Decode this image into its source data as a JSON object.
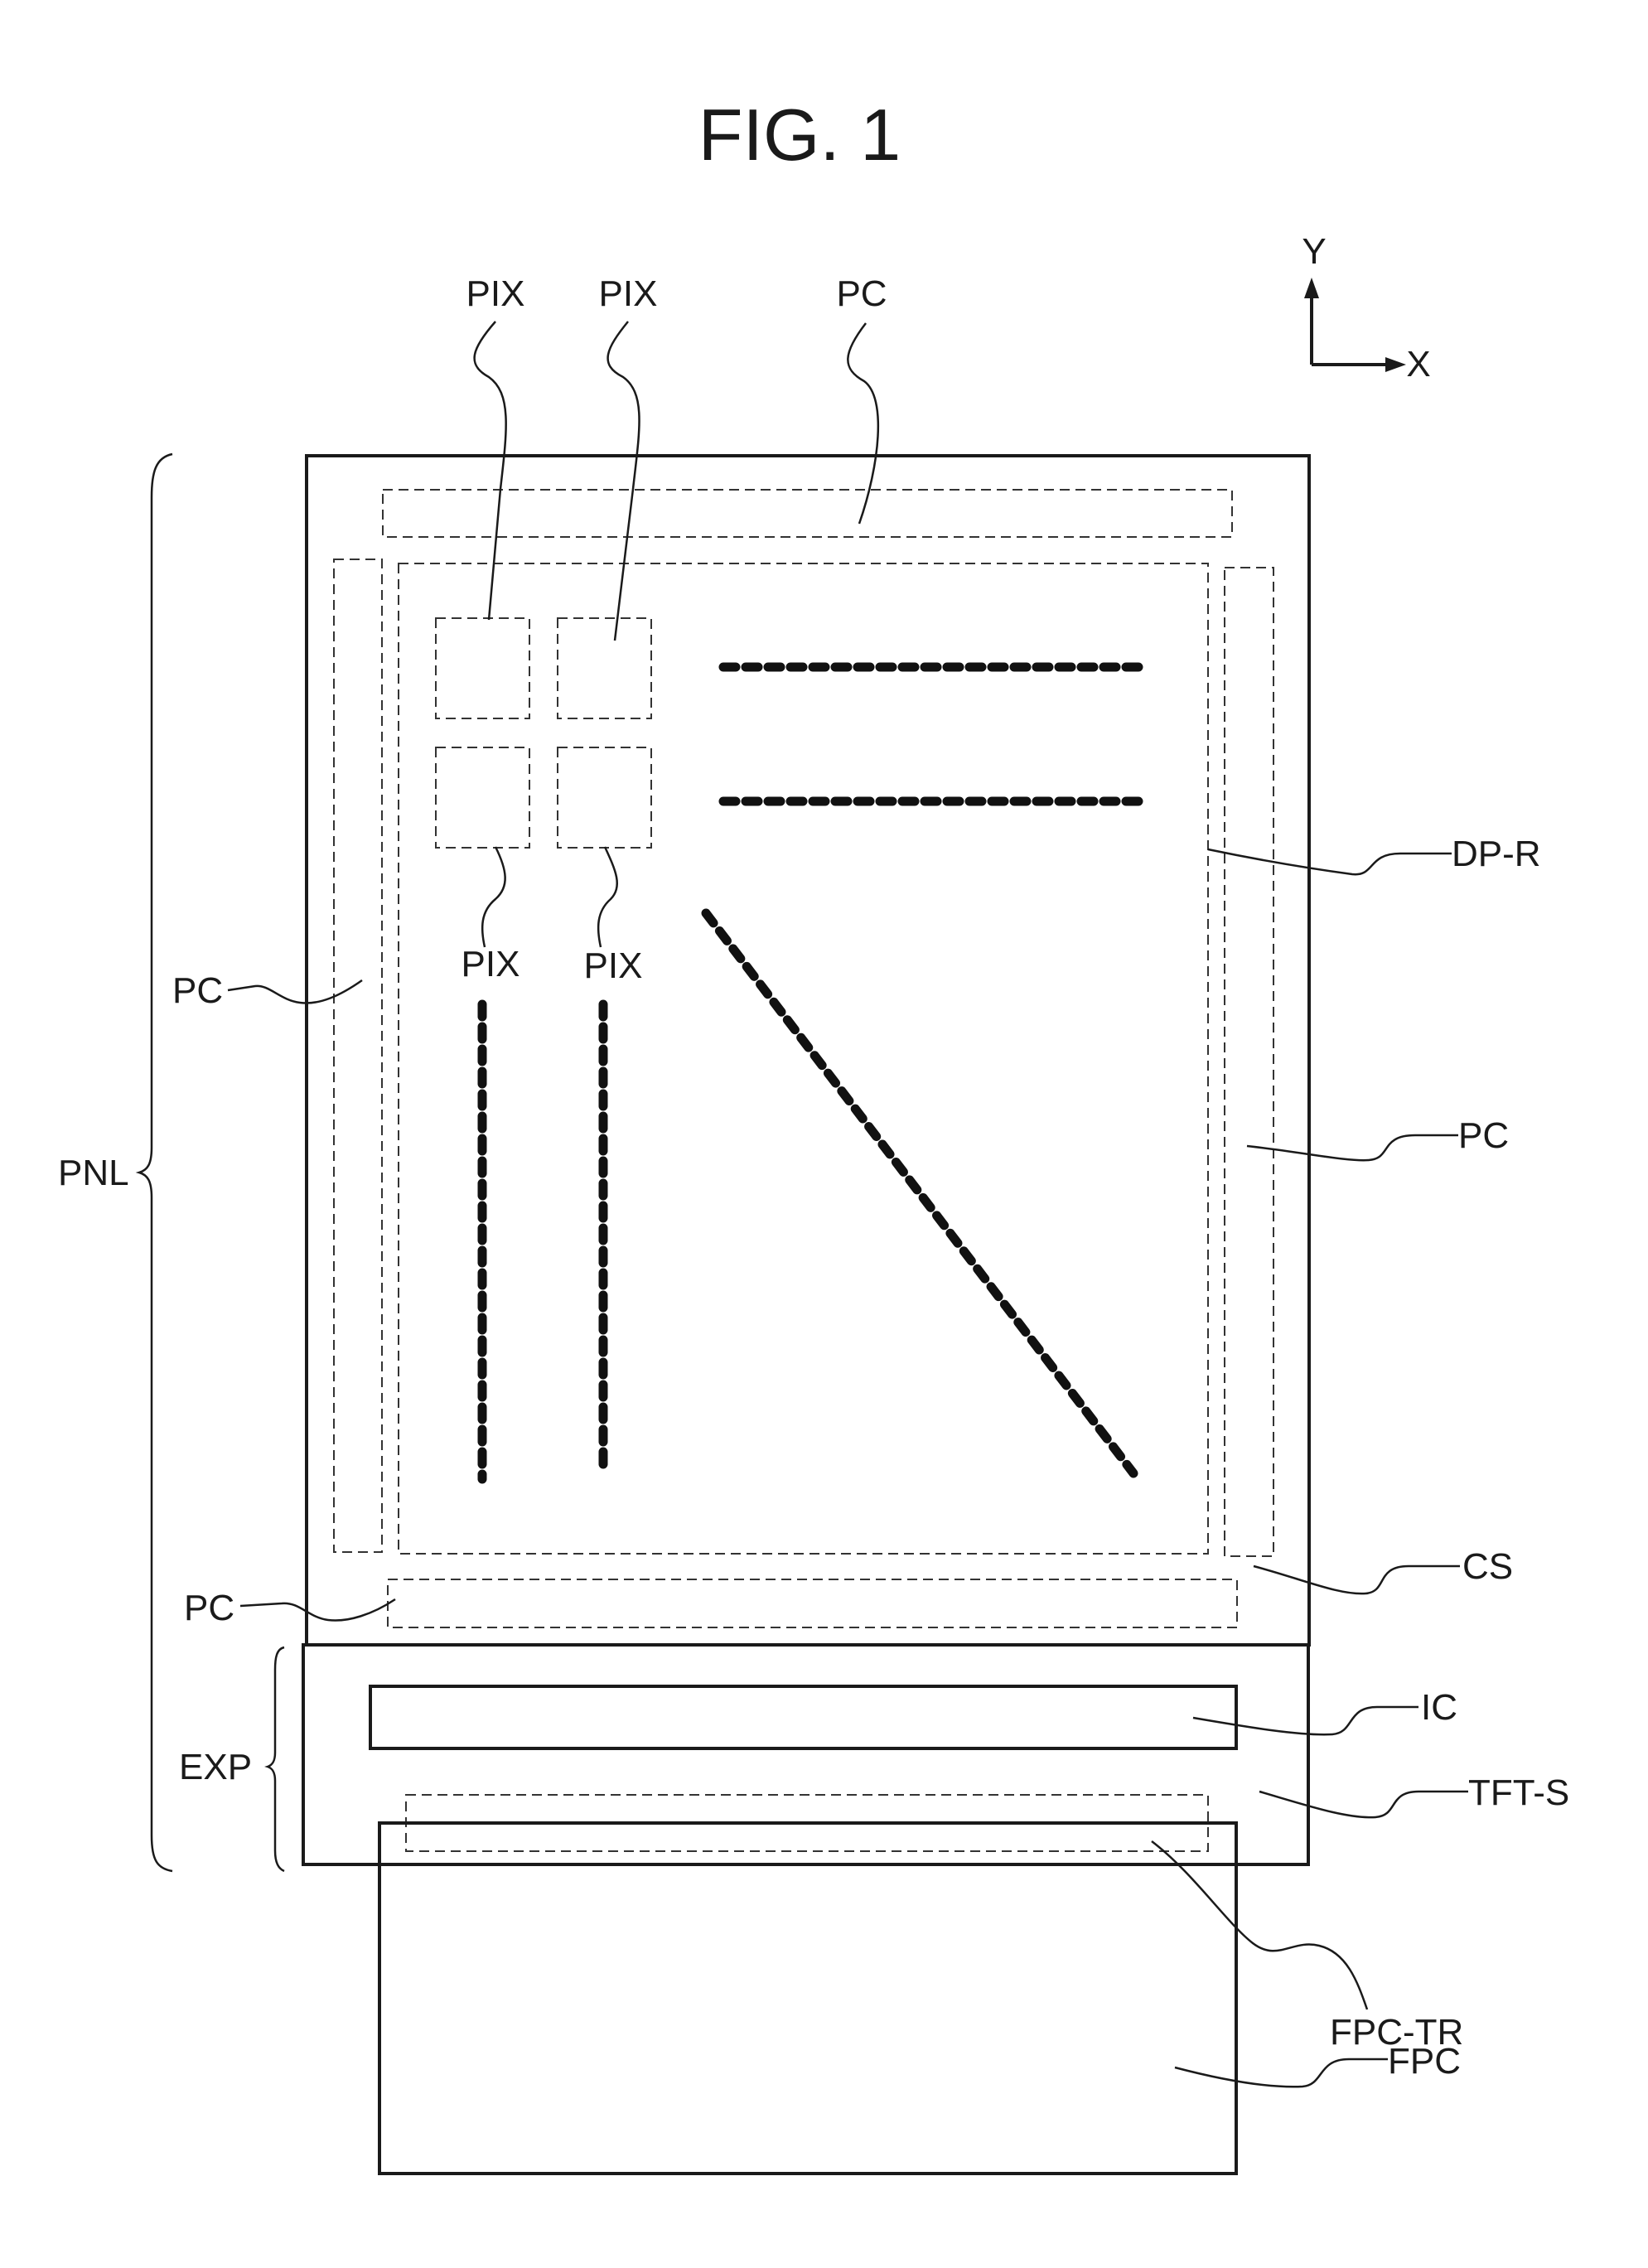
{
  "figure": {
    "title": "FIG. 1",
    "axes": {
      "y_label": "Y",
      "x_label": "X"
    },
    "labels": {
      "pix_top_1": "PIX",
      "pix_top_2": "PIX",
      "pc_top": "PC",
      "pix_bottom_1": "PIX",
      "pix_bottom_2": "PIX",
      "dp_r": "DP-R",
      "pc_left": "PC",
      "pc_right": "PC",
      "pnl": "PNL",
      "cs": "CS",
      "pc_bottom": "PC",
      "ic": "IC",
      "exp": "EXP",
      "tft_s": "TFT-S",
      "fpc_tr": "FPC-TR",
      "fpc": "FPC"
    }
  }
}
